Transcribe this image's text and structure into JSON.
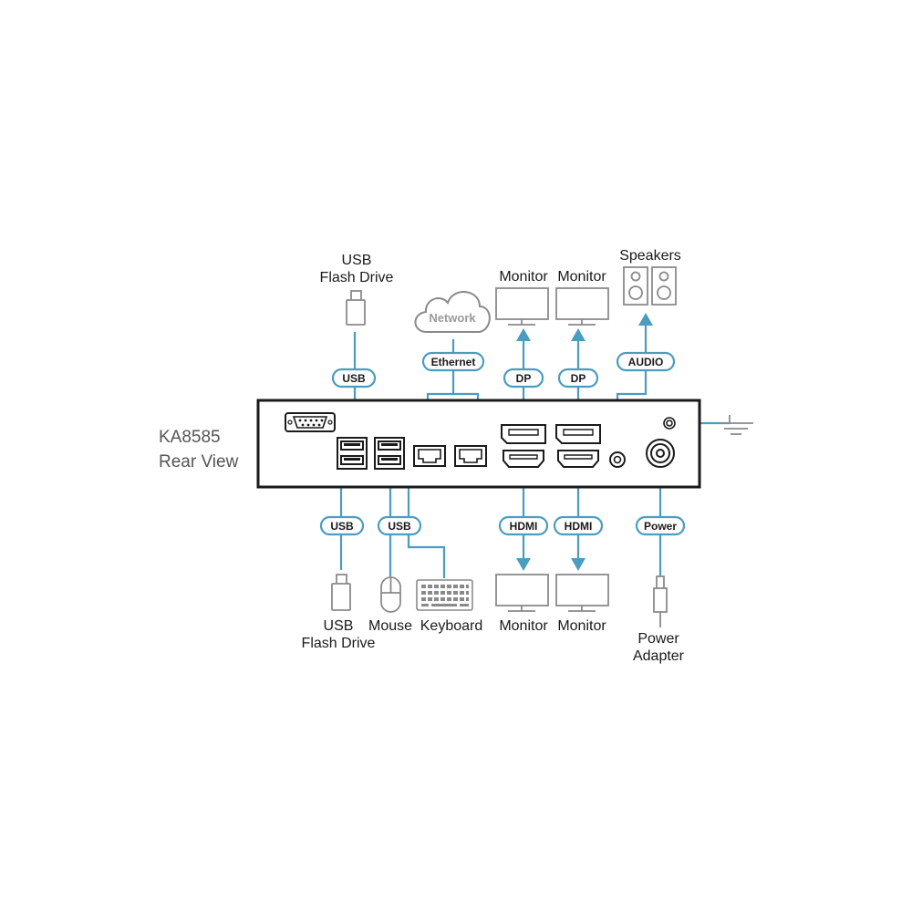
{
  "title": {
    "line1": "KA8585",
    "line2": "Rear View"
  },
  "devices": {
    "usb_flash_top": {
      "line1": "USB",
      "line2": "Flash Drive"
    },
    "network": "Network",
    "monitor_dp1": "Monitor",
    "monitor_dp2": "Monitor",
    "speakers": "Speakers",
    "usb_flash_bottom": {
      "line1": "USB",
      "line2": "Flash Drive"
    },
    "mouse": "Mouse",
    "keyboard": "Keyboard",
    "monitor_hdmi1": "Monitor",
    "monitor_hdmi2": "Monitor",
    "power_adapter": {
      "line1": "Power",
      "line2": "Adapter"
    }
  },
  "connectors": {
    "usb_top": "USB",
    "ethernet": "Ethernet",
    "dp1": "DP",
    "dp2": "DP",
    "audio": "AUDIO",
    "usb_bottom_left": "USB",
    "usb_bottom_right": "USB",
    "hdmi1": "HDMI",
    "hdmi2": "HDMI",
    "power": "Power"
  },
  "colors": {
    "cable": "#4a9cc0",
    "device_outline": "#8a8a8a",
    "panel_outline": "#1a1a1a"
  }
}
